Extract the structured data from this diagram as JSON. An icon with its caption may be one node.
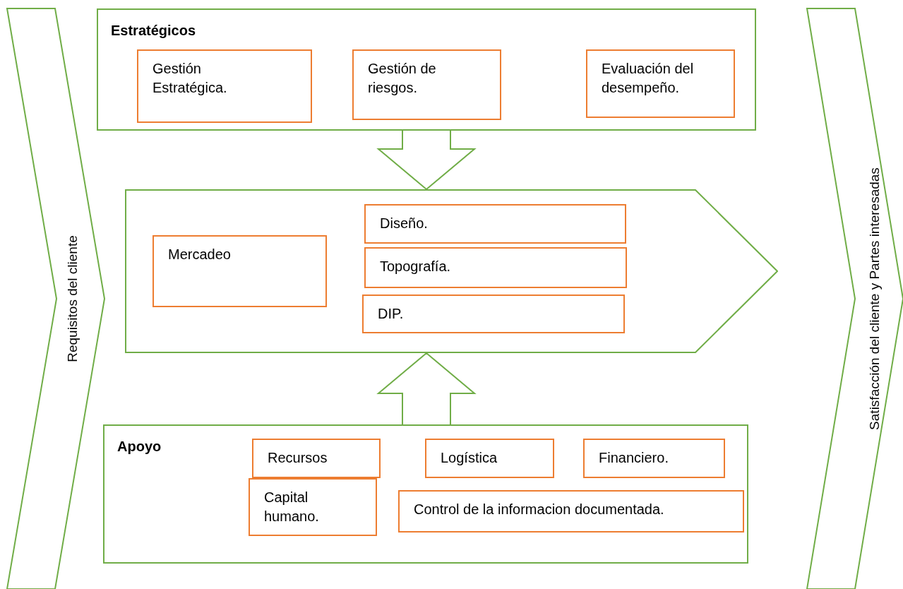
{
  "diagram": {
    "nodes": [
      {
        "text": [
          "Requisitos del cliente"
        ]
      },
      {
        "text": [
          "Estratégicos"
        ]
      },
      {
        "text": [
          "Gestión Estratégica."
        ],
        "in": 1
      },
      {
        "text": [
          "Gestión de riesgos."
        ],
        "in": 1
      },
      {
        "text": [
          "Evaluación del desempeño."
        ],
        "in": 1
      },
      {
        "text": [],
        "shape": "arrow"
      },
      {
        "text": [
          "Mercadeo"
        ],
        "in": 5
      },
      {
        "text": [
          "Diseño."
        ],
        "in": 5
      },
      {
        "text": [
          "Topografía."
        ],
        "in": 5
      },
      {
        "text": [
          "DIP."
        ],
        "in": 5
      },
      {
        "text": [
          "Apoyo"
        ]
      },
      {
        "text": [
          "Recursos"
        ],
        "in": 10
      },
      {
        "text": [
          "Capital humano."
        ],
        "in": 10
      },
      {
        "text": [
          "Logística"
        ],
        "in": 10
      },
      {
        "text": [
          "Financiero."
        ],
        "in": 10
      },
      {
        "text": [
          "Control de la informacion documentada."
        ],
        "in": 10
      },
      {
        "text": [
          "Satisfacción del cliente y Partes interesadas"
        ]
      }
    ],
    "edges": [
      {
        "from": 1,
        "to": 5,
        "arrow": "to"
      },
      {
        "from": 10,
        "to": 5,
        "arrow": "to"
      }
    ]
  }
}
